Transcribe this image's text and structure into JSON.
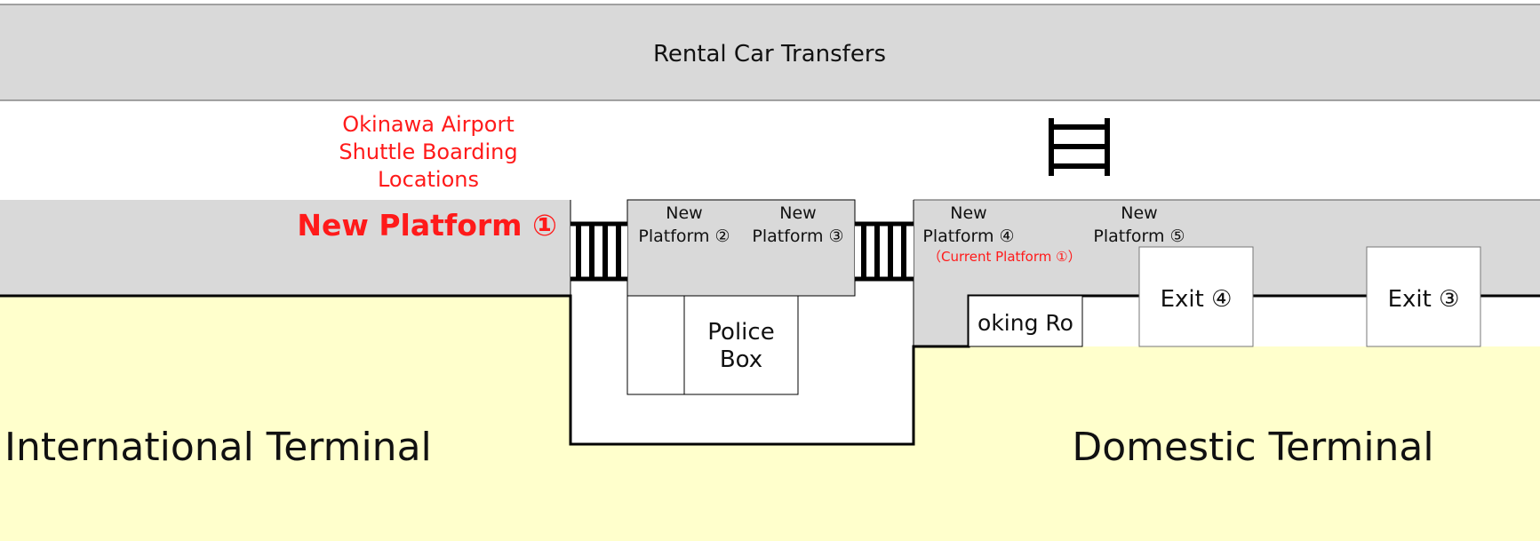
{
  "colors": {
    "band_gray": "#d9d9d9",
    "terminal_yellow": "#ffffcc",
    "accent_red": "#ff1a1a",
    "outline": "#000000"
  },
  "header": {
    "title": "Rental Car Transfers"
  },
  "shuttle_note": {
    "lines": [
      "Okinawa Airport",
      "Shuttle Boarding",
      "Locations"
    ]
  },
  "platforms": {
    "p1": {
      "label": "New Platform ①"
    },
    "p2": {
      "lines": [
        "New",
        "Platform ②"
      ]
    },
    "p3": {
      "lines": [
        "New",
        "Platform ③"
      ]
    },
    "p4": {
      "lines": [
        "New",
        "Platform ④"
      ],
      "note": "（Current Platform ①）"
    },
    "p5": {
      "lines": [
        "New",
        "Platform ⑤"
      ]
    }
  },
  "facilities": {
    "police_box": {
      "lines": [
        "Police",
        "Box"
      ]
    },
    "smoking_room": {
      "label": "oking Ro"
    },
    "exit4": {
      "label": "Exit ④"
    },
    "exit3": {
      "label": "Exit ③"
    }
  },
  "terminals": {
    "international": {
      "label": "International Terminal"
    },
    "domestic": {
      "label": "Domestic Terminal"
    }
  },
  "icons": [
    "crosswalk-icon",
    "vertical-crosswalk-icon"
  ]
}
